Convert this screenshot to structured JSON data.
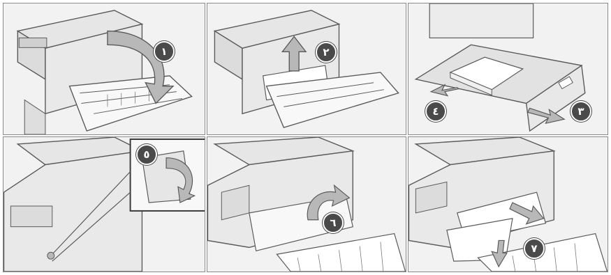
{
  "steps": [
    {
      "number": "١"
    },
    {
      "number": "٢"
    },
    {
      "number": "٣"
    },
    {
      "number": "٤"
    },
    {
      "number": "٥"
    },
    {
      "number": "٦"
    },
    {
      "number": "٧"
    }
  ],
  "colors": {
    "line": "#5a5a5a",
    "arrow_fill": "#b8b8b8",
    "badge": "#4a4a4a",
    "paper": "#ffffff",
    "machine": "#e6e6e6"
  }
}
